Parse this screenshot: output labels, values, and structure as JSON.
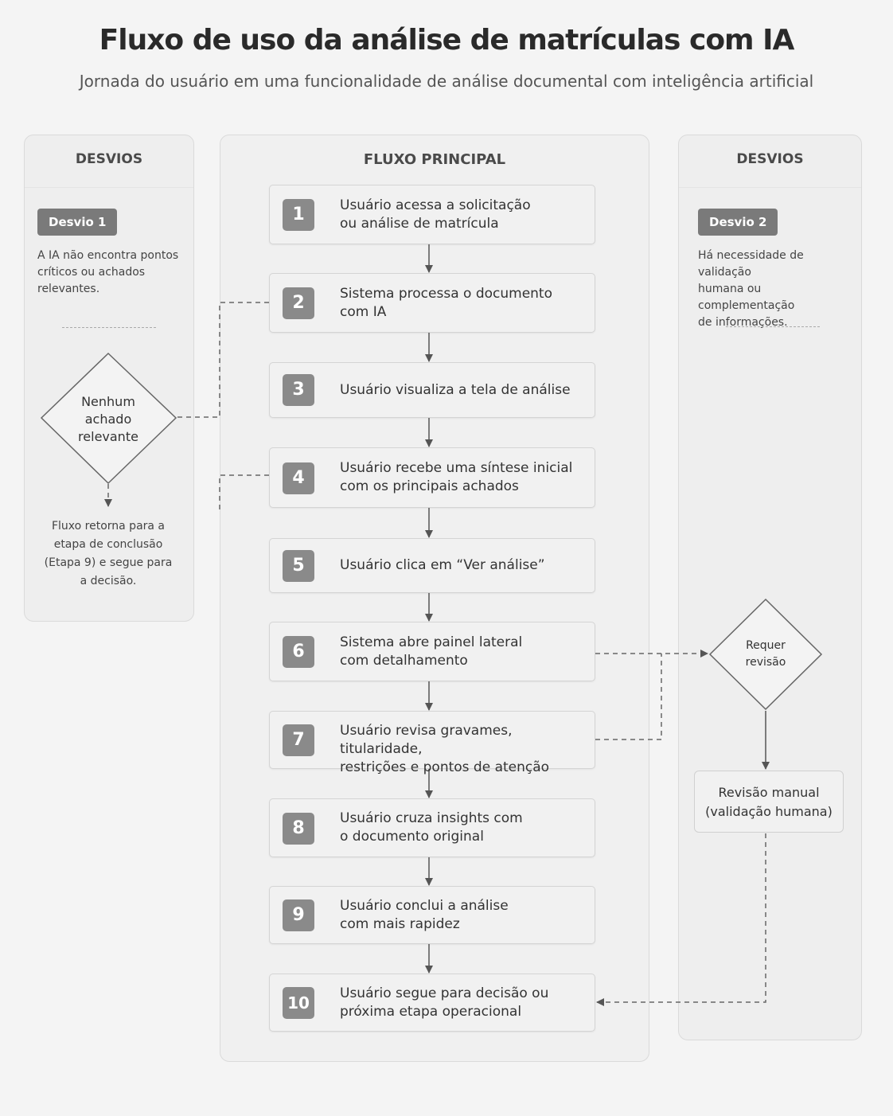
{
  "header": {
    "title": "Fluxo de uso da análise de matrículas com IA",
    "subtitle": "Jornada do usuário em uma funcionalidade de análise documental com inteligência artificial"
  },
  "left_panel": {
    "header": "DESVIOS",
    "tag": "Desvio 1",
    "description": [
      "A IA não encontra pontos",
      "críticos ou achados",
      "relevantes."
    ],
    "decision": [
      "Nenhum",
      "achado",
      "relevante"
    ],
    "outcome": [
      "Fluxo retorna para a",
      "etapa de conclusão",
      "(Etapa 9) e segue para",
      "a decisão."
    ]
  },
  "main_panel": {
    "header": "FLUXO PRINCIPAL",
    "steps": [
      {
        "num": "1",
        "lines": [
          "Usuário acessa a solicitação",
          "ou análise de matrícula"
        ]
      },
      {
        "num": "2",
        "lines": [
          "Sistema processa o documento",
          "com IA"
        ]
      },
      {
        "num": "3",
        "lines": [
          "Usuário visualiza a tela de análise"
        ]
      },
      {
        "num": "4",
        "lines": [
          "Usuário recebe uma síntese inicial",
          "com os principais achados"
        ]
      },
      {
        "num": "5",
        "lines": [
          "Usuário clica em “Ver análise”"
        ]
      },
      {
        "num": "6",
        "lines": [
          "Sistema abre painel lateral",
          "com detalhamento"
        ]
      },
      {
        "num": "7",
        "lines": [
          "Usuário revisa gravames, titularidade,",
          "restrições e pontos de atenção"
        ]
      },
      {
        "num": "8",
        "lines": [
          "Usuário cruza insights com",
          "o documento original"
        ]
      },
      {
        "num": "9",
        "lines": [
          "Usuário conclui a análise",
          "com mais rapidez"
        ]
      },
      {
        "num": "10",
        "lines": [
          "Usuário segue para decisão ou",
          "próxima etapa operacional"
        ]
      }
    ]
  },
  "right_panel": {
    "header": "DESVIOS",
    "tag": "Desvio 2",
    "description": [
      "Há necessidade de validação",
      "humana ou complementação",
      "de informações."
    ],
    "decision": [
      "Requer",
      "revisão"
    ],
    "manual_review": [
      "Revisão manual",
      "(validação humana)"
    ]
  }
}
